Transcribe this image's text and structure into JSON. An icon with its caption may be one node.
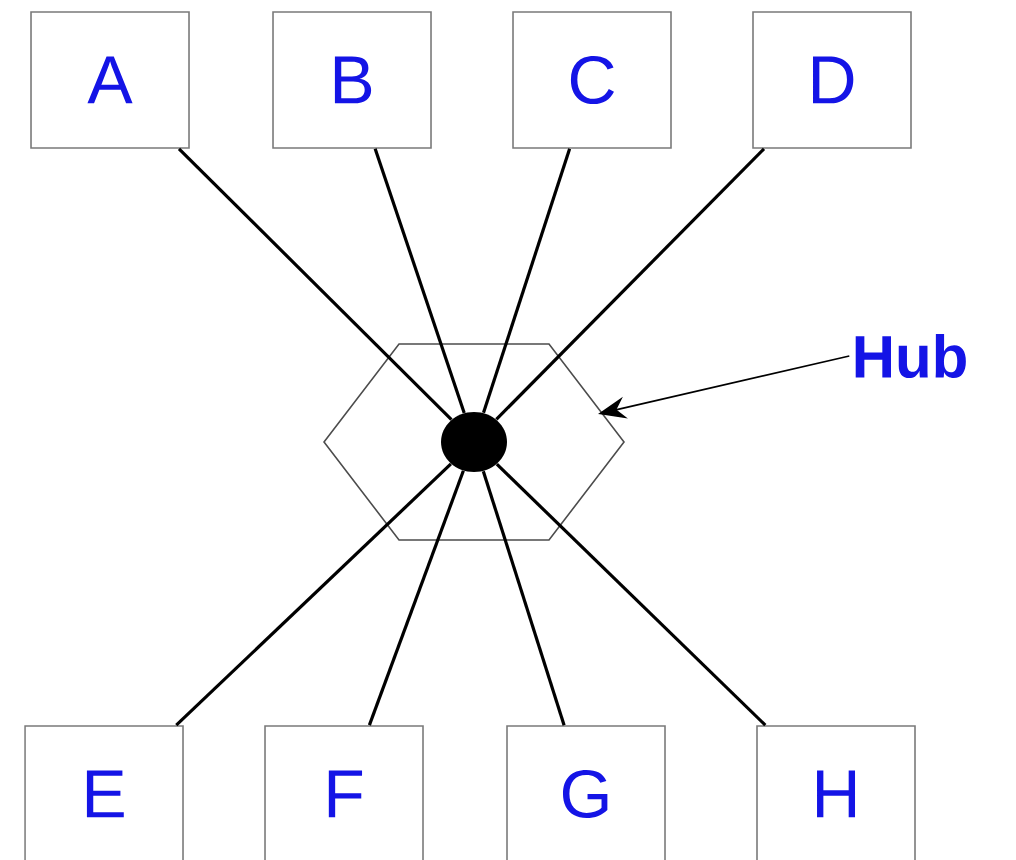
{
  "diagram": {
    "nodes": [
      {
        "text": [
          "A"
        ]
      },
      {
        "text": [
          "B"
        ]
      },
      {
        "text": [
          "C"
        ]
      },
      {
        "text": [
          "D"
        ]
      },
      {
        "text": [
          "E"
        ]
      },
      {
        "text": [
          "F"
        ]
      },
      {
        "text": [
          "G"
        ]
      },
      {
        "text": [
          "H"
        ]
      },
      {
        "text": [],
        "shape": "hexagon"
      },
      {
        "text": [],
        "shape": "circle",
        "in": 8
      },
      {
        "text": [
          "Hub"
        ]
      }
    ],
    "edges": [
      {
        "from": 0,
        "to": 9,
        "arrow": "none"
      },
      {
        "from": 1,
        "to": 9,
        "arrow": "none"
      },
      {
        "from": 2,
        "to": 9,
        "arrow": "none"
      },
      {
        "from": 3,
        "to": 9,
        "arrow": "none"
      },
      {
        "from": 4,
        "to": 9,
        "arrow": "none"
      },
      {
        "from": 5,
        "to": 9,
        "arrow": "none"
      },
      {
        "from": 6,
        "to": 9,
        "arrow": "none"
      },
      {
        "from": 7,
        "to": 9,
        "arrow": "none"
      },
      {
        "from": 10,
        "to": 8,
        "arrow": "to"
      }
    ]
  }
}
